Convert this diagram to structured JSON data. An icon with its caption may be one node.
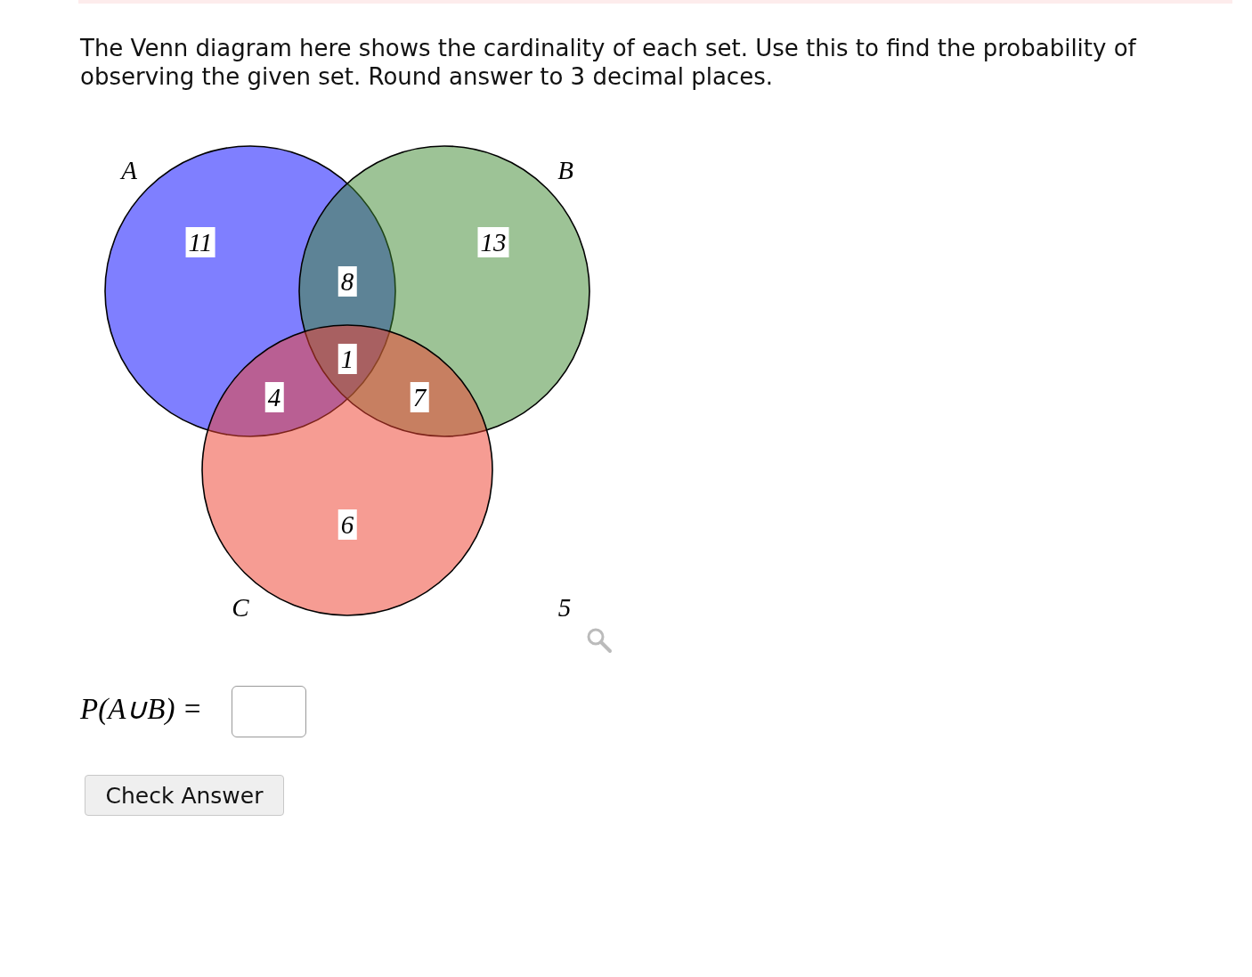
{
  "diagram": {
    "nodes": [
      {
        "text": [],
        "shape": "circle"
      },
      {
        "text": [],
        "shape": "circle"
      },
      {
        "text": [],
        "shape": "circle"
      }
    ],
    "labels": [
      "The Venn diagram here shows the cardinality of each set. Use this to find the probability of observing the given set. Round answer to 3 decimal places.",
      "A",
      "B",
      "11",
      "13",
      "8",
      "1",
      "4",
      "7",
      "6",
      "C",
      "5",
      "P(A∪B) =",
      "Check Answer"
    ]
  }
}
